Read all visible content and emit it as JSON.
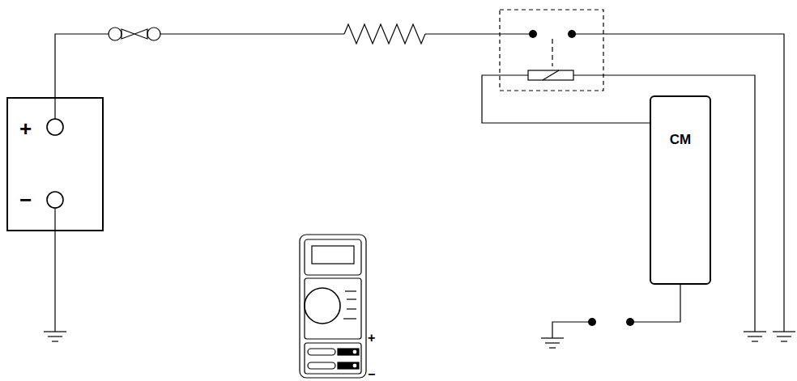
{
  "diagram": {
    "nodes": [
      {
        "text": [
          "+",
          "−"
        ]
      },
      {
        "text": [
          "CM"
        ]
      }
    ],
    "labels": [
      "+",
      "−"
    ]
  }
}
